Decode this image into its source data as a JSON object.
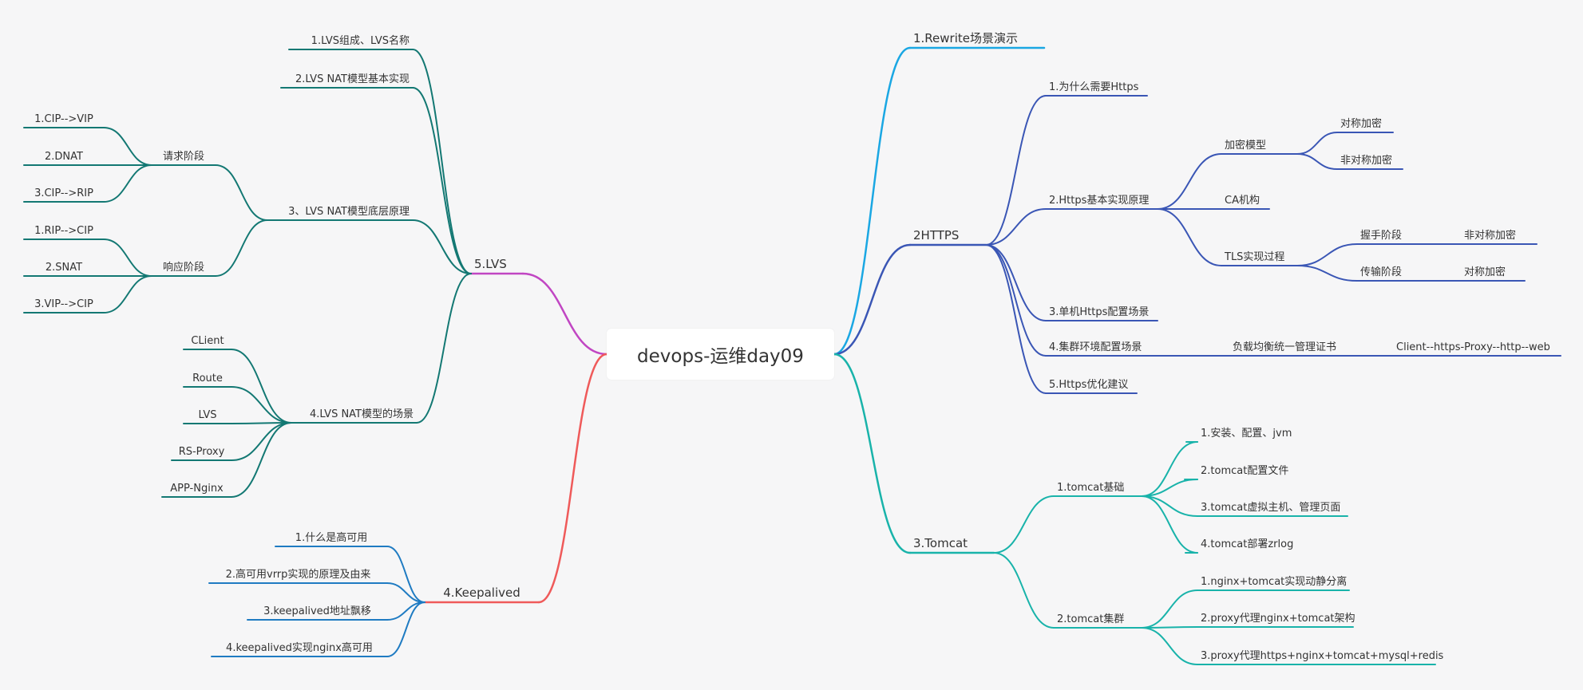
{
  "root": "devops-运维day09",
  "colors": {
    "rewrite": "#1aa7e3",
    "https": "#3a56b5",
    "tomcat": "#19b3aa",
    "lvs_trunk": "#c146c3",
    "lvs": "#137873",
    "keepalived_trunk": "#ef5a5a",
    "keepalived": "#1f7bc2"
  },
  "right": {
    "rewrite": {
      "label": "1.Rewrite场景演示"
    },
    "https": {
      "label": "2HTTPS",
      "items": [
        {
          "label": "1.为什么需要Https"
        },
        {
          "label": "2.Https基本实现原理",
          "children": [
            {
              "label": "加密模型",
              "children": [
                {
                  "label": "对称加密"
                },
                {
                  "label": "非对称加密"
                }
              ]
            },
            {
              "label": "CA机构"
            },
            {
              "label": "TLS实现过程",
              "children": [
                {
                  "label": "握手阶段",
                  "children": [
                    {
                      "label": "非对称加密"
                    }
                  ]
                },
                {
                  "label": "传输阶段",
                  "children": [
                    {
                      "label": "对称加密"
                    }
                  ]
                }
              ]
            }
          ]
        },
        {
          "label": "3.单机Https配置场景"
        },
        {
          "label": "4.集群环境配置场景",
          "children": [
            {
              "label": "负载均衡统一管理证书",
              "children": [
                {
                  "label": "Client--https-Proxy--http--web"
                }
              ]
            }
          ]
        },
        {
          "label": "5.Https优化建议"
        }
      ]
    },
    "tomcat": {
      "label": "3.Tomcat",
      "items": [
        {
          "label": "1.tomcat基础",
          "children": [
            {
              "label": "1.安装、配置、jvm"
            },
            {
              "label": "2.tomcat配置文件"
            },
            {
              "label": "3.tomcat虚拟主机、管理页面"
            },
            {
              "label": "4.tomcat部署zrlog"
            }
          ]
        },
        {
          "label": "2.tomcat集群",
          "children": [
            {
              "label": "1.nginx+tomcat实现动静分离"
            },
            {
              "label": "2.proxy代理nginx+tomcat架构"
            },
            {
              "label": "3.proxy代理https+nginx+tomcat+mysql+redis"
            }
          ]
        }
      ]
    }
  },
  "left": {
    "lvs": {
      "label": "5.LVS",
      "items": [
        {
          "label": "1.LVS组成、LVS名称"
        },
        {
          "label": "2.LVS NAT模型基本实现"
        },
        {
          "label": "3、LVS NAT模型底层原理",
          "children": [
            {
              "label": "请求阶段",
              "children": [
                {
                  "label": "1.CIP-->VIP"
                },
                {
                  "label": "2.DNAT"
                },
                {
                  "label": "3.CIP-->RIP"
                }
              ]
            },
            {
              "label": "响应阶段",
              "children": [
                {
                  "label": "1.RIP-->CIP"
                },
                {
                  "label": "2.SNAT"
                },
                {
                  "label": "3.VIP-->CIP"
                }
              ]
            }
          ]
        },
        {
          "label": "4.LVS NAT模型的场景",
          "children": [
            {
              "label": "CLient"
            },
            {
              "label": "Route"
            },
            {
              "label": "LVS"
            },
            {
              "label": "RS-Proxy"
            },
            {
              "label": "APP-Nginx"
            }
          ]
        }
      ]
    },
    "keepalived": {
      "label": "4.Keepalived",
      "items": [
        {
          "label": "1.什么是高可用"
        },
        {
          "label": "2.高可用vrrp实现的原理及由来"
        },
        {
          "label": "3.keepalived地址飘移"
        },
        {
          "label": "4.keepalived实现nginx高可用"
        }
      ]
    }
  }
}
